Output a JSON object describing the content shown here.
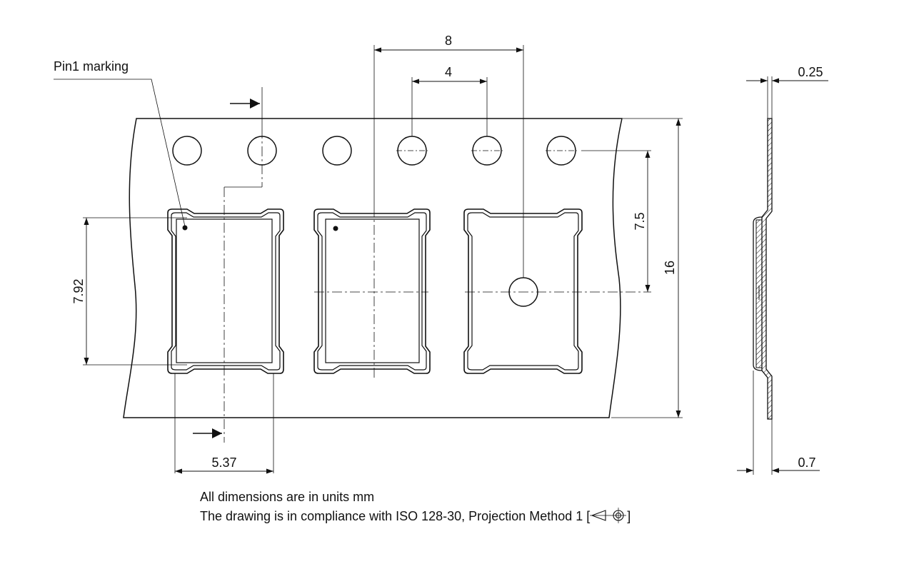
{
  "labels": {
    "pin1": "Pin1 marking",
    "pitch8": "8",
    "pitch4": "4",
    "dim75": "7.5",
    "dim16": "16",
    "dim792": "7.92",
    "dim537": "5.37",
    "dim025": "0.25",
    "dim07": "0.7"
  },
  "notes": {
    "line1": "All dimensions are in units mm",
    "line2_prefix": "The drawing is in compliance with ISO 128-30, Projection Method 1 [",
    "line2_suffix": "]"
  },
  "icons": {
    "projection_symbol": "first-angle-projection-icon"
  },
  "colors": {
    "ink": "#111111",
    "background": "#ffffff"
  }
}
